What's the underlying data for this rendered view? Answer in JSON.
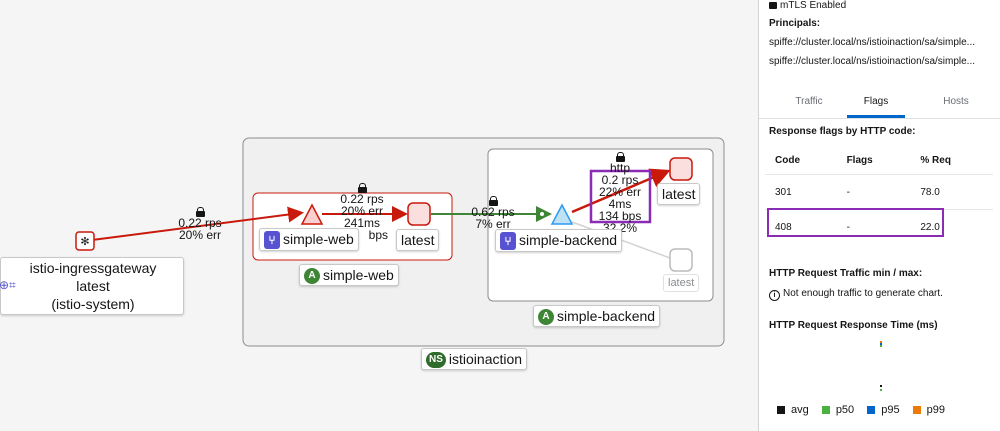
{
  "graph": {
    "namespace_label": "istioinaction",
    "app_simple_web_label": "simple-web",
    "app_simple_backend_label": "simple-backend",
    "app_badge": "A",
    "namespace_badge": "NS",
    "nodes": {
      "ingress_name": "istio-ingressgateway",
      "ingress_version": "latest",
      "ingress_ns": "(istio-system)",
      "simple_web_service": "simple-web",
      "simple_web_version": "latest",
      "simple_backend_service": "simple-backend",
      "backend_version_latest": "latest",
      "backend_version_latest_2": "latest"
    },
    "edges": {
      "ingress_to_web": {
        "rps": "0.22 rps",
        "err": "20% err"
      },
      "web_internal": {
        "rps": "0.22 rps",
        "err": "20% err",
        "resp": "241ms",
        "bps": "bps"
      },
      "web_to_backend": {
        "rps": "0.62 rps",
        "err": "7% err"
      },
      "backend_selected": {
        "proto": "http",
        "rps": "0.2 rps",
        "err": "22% err",
        "resp": "4ms",
        "bps": "134 bps",
        "extra": "32.2%"
      }
    },
    "colors": {
      "error_edge": "#c9190b",
      "ok_edge": "#3e8635",
      "selection": "#8a2db4"
    }
  },
  "panel": {
    "mtls": "mTLS Enabled",
    "principals_title": "Principals:",
    "principals": [
      "spiffe://cluster.local/ns/istioinaction/sa/simple...",
      "spiffe://cluster.local/ns/istioinaction/sa/simple..."
    ],
    "tabs": [
      "Traffic",
      "Flags",
      "Hosts"
    ],
    "active_tab": "Flags",
    "flags_title": "Response flags by HTTP code:",
    "table": {
      "headers": [
        "Code",
        "Flags",
        "% Req"
      ],
      "rows": [
        {
          "code": "301",
          "flags": "-",
          "req": "78.0"
        },
        {
          "code": "408",
          "flags": "-",
          "req": "22.0"
        }
      ]
    },
    "traffic_title": "HTTP Request Traffic min / max:",
    "traffic_note": "Not enough traffic to generate chart.",
    "response_title": "HTTP Request Response Time (ms)",
    "legend": [
      {
        "label": "avg",
        "color": "#151515"
      },
      {
        "label": "p50",
        "color": "#4cb140"
      },
      {
        "label": "p95",
        "color": "#0066cc"
      },
      {
        "label": "p99",
        "color": "#ec7a08"
      }
    ]
  }
}
